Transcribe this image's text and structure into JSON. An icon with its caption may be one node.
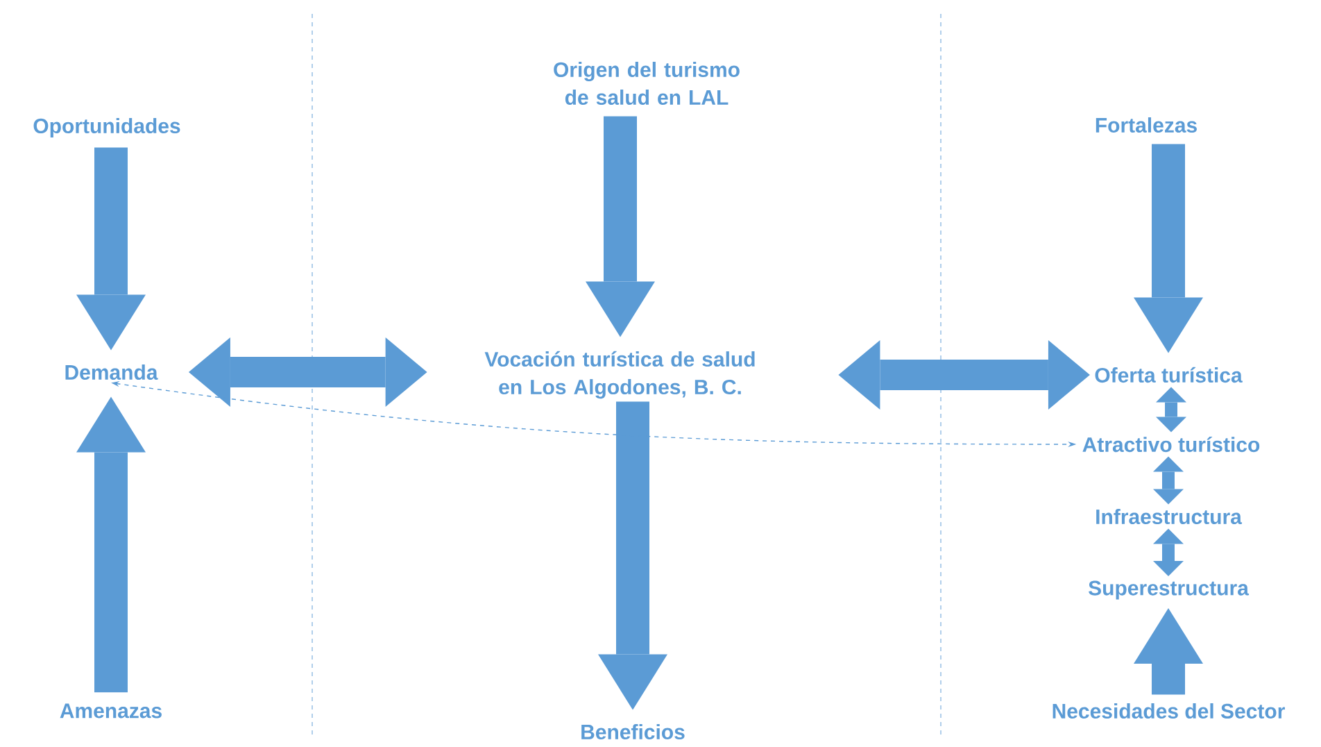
{
  "diagram": {
    "nodes": [
      {
        "text": [
          "Oportunidades"
        ]
      },
      {
        "text": [
          "Origen del turismo de salud en LAL"
        ]
      },
      {
        "text": [
          "Fortalezas"
        ]
      },
      {
        "text": [
          "Demanda"
        ]
      },
      {
        "text": [
          "Vocación turística de salud en Los Algodones, B. C."
        ]
      },
      {
        "text": [
          "Oferta turística"
        ]
      },
      {
        "text": [
          "Atractivo turístico"
        ]
      },
      {
        "text": [
          "Infraestructura"
        ]
      },
      {
        "text": [
          "Superestructura"
        ]
      },
      {
        "text": [
          "Amenazas"
        ]
      },
      {
        "text": [
          "Beneficios"
        ]
      },
      {
        "text": [
          "Necesidades del Sector"
        ]
      }
    ],
    "edges": [
      {
        "from": 0,
        "to": 3,
        "arrow": "to"
      },
      {
        "from": 1,
        "to": 4,
        "arrow": "to"
      },
      {
        "from": 2,
        "to": 5,
        "arrow": "to"
      },
      {
        "from": 3,
        "to": 4,
        "arrow": "both"
      },
      {
        "from": 4,
        "to": 5,
        "arrow": "both"
      },
      {
        "from": 5,
        "to": 6,
        "arrow": "both"
      },
      {
        "from": 6,
        "to": 7,
        "arrow": "both"
      },
      {
        "from": 7,
        "to": 8,
        "arrow": "both"
      },
      {
        "from": 9,
        "to": 3,
        "arrow": "to"
      },
      {
        "from": 4,
        "to": 10,
        "arrow": "to"
      },
      {
        "from": 11,
        "to": 8,
        "arrow": "to"
      },
      {
        "from": 3,
        "to": 6,
        "arrow": "both",
        "style": "dashed"
      }
    ]
  }
}
